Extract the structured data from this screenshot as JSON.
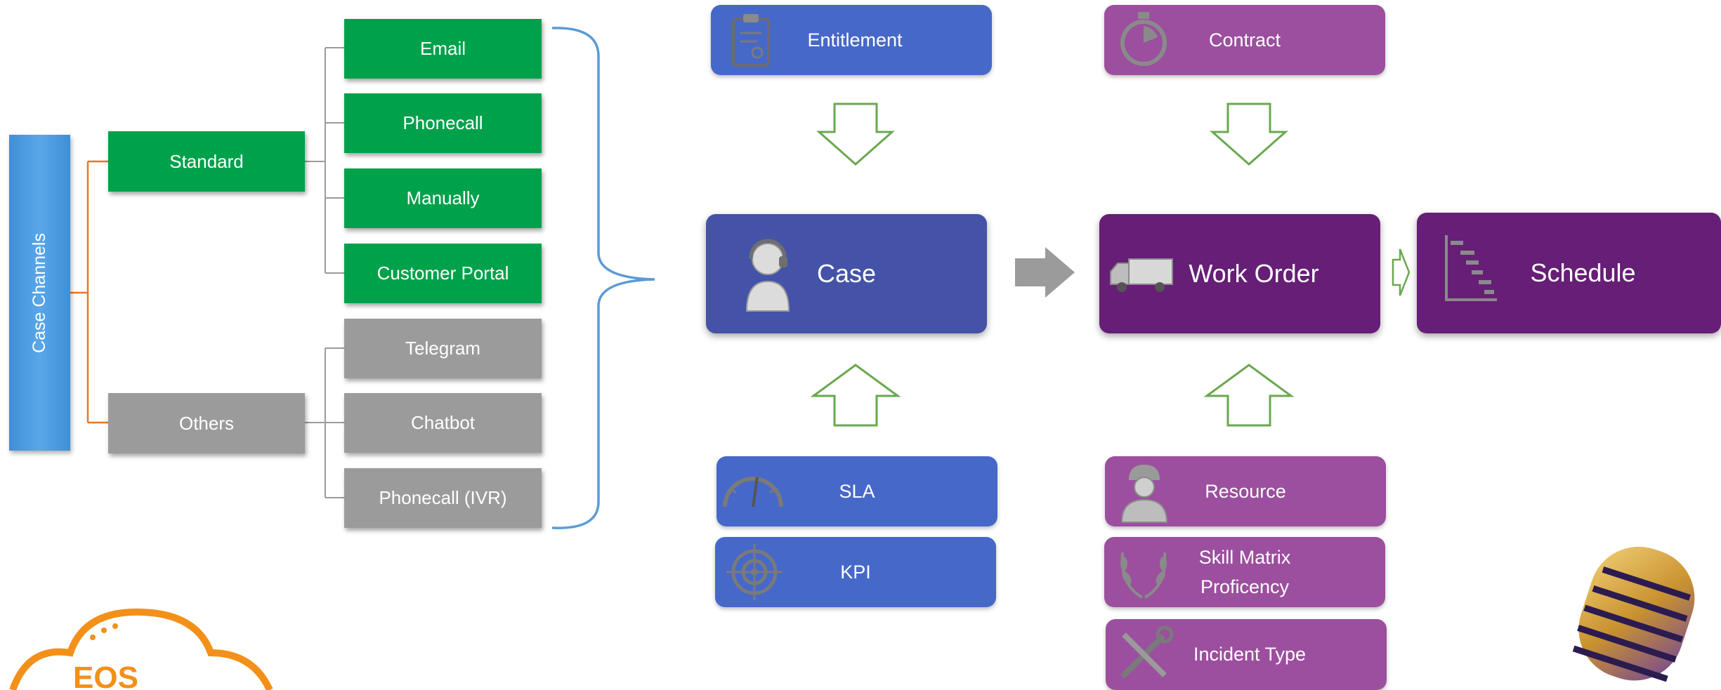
{
  "case_channels": {
    "root_label": "Case Channels",
    "groups": [
      {
        "label": "Standard",
        "items": [
          "Email",
          "Phonecall",
          "Manually",
          "Customer Portal"
        ]
      },
      {
        "label": "Others",
        "items": [
          "Telegram",
          "Chatbot",
          "Phonecall (IVR)"
        ]
      }
    ]
  },
  "flow": {
    "case": {
      "label": "Case",
      "icon": "call-agent-icon"
    },
    "work_order": {
      "label": "Work Order",
      "icon": "delivery-truck-icon"
    },
    "schedule": {
      "label": "Schedule",
      "icon": "gantt-chart-icon"
    }
  },
  "case_inputs": {
    "top": {
      "label": "Entitlement",
      "icon": "certificate-clipboard-icon"
    },
    "bottom": [
      {
        "label": "SLA",
        "icon": "gauge-icon"
      },
      {
        "label": "KPI",
        "icon": "target-icon"
      }
    ]
  },
  "work_order_inputs": {
    "top": {
      "label": "Contract",
      "icon": "stopwatch-icon"
    },
    "bottom": [
      {
        "label": "Resource",
        "icon": "worker-icon"
      },
      {
        "label_line1": "Skill Matrix",
        "label_line2": "Proficency",
        "icon": "laurel-icon"
      },
      {
        "label": "Incident Type",
        "icon": "tools-icon"
      }
    ]
  },
  "logo": {
    "text": "EOS"
  },
  "decor": {
    "microphone": "microphone-icon"
  },
  "colors": {
    "standard_green": "#00a14b",
    "others_gray": "#9b9b9b",
    "channels_blue": "#4a9ae0",
    "case_blue": "#4668c9",
    "work_order_purple": "#661e76",
    "input_purple": "#9b4f9e",
    "connector_orange": "#e87722",
    "arrow_green": "#6aa84f",
    "brace_blue": "#5b9bd5",
    "logo_orange": "#f39019"
  }
}
